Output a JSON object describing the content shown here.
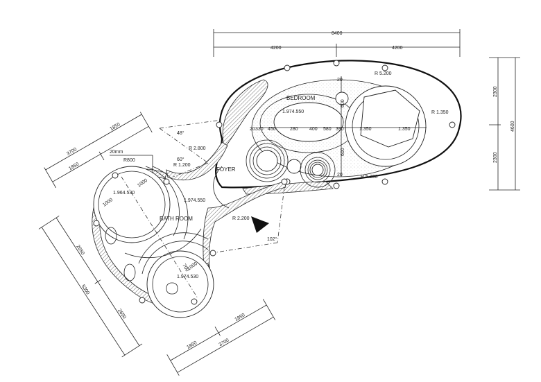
{
  "dimensions": {
    "top_total": "8400",
    "top_left": "4200",
    "top_right": "4200",
    "right_total": "4600",
    "right_top": "2300",
    "right_bottom": "2300",
    "upper_left_total": "3700",
    "upper_left_a": "1850",
    "upper_left_b": "1850",
    "left_total": "5300",
    "left_a": "2650",
    "left_b": "2650",
    "bottom_total": "3700",
    "bottom_a": "1850",
    "bottom_b": "1850"
  },
  "radii": {
    "bedroom_outer_top": "R 5.200",
    "bedroom_outer_bottom": "R 5.200",
    "bed_circle": "R 1.350",
    "neck_outer": "R 2.800",
    "neck_inner": "R 1.200",
    "foyer": "R 2.200",
    "bath_note_radius": "R800"
  },
  "angles": {
    "a1": "48°",
    "a2": "60°",
    "a3": "102°"
  },
  "rooms": {
    "bedroom": "BEDROOM",
    "foyer": "FOYER",
    "bathroom": "BATH ROOM"
  },
  "levels": {
    "bedroom_level": "1.974.550",
    "foyer_level": "1.974.550",
    "bath_upper_level": "1.964.530",
    "bath_lower_level": "1.974.530"
  },
  "bedroom_dims": [
    "20",
    "330",
    "450",
    "280",
    "400",
    "580",
    "390",
    "1.350",
    "1.350"
  ],
  "bedroom_vertical_dims": [
    "600",
    "600",
    "20",
    "20"
  ],
  "bath_dims": [
    "1000",
    "1000",
    "1000",
    "700"
  ],
  "notes": {
    "wall_note": "20mm"
  }
}
